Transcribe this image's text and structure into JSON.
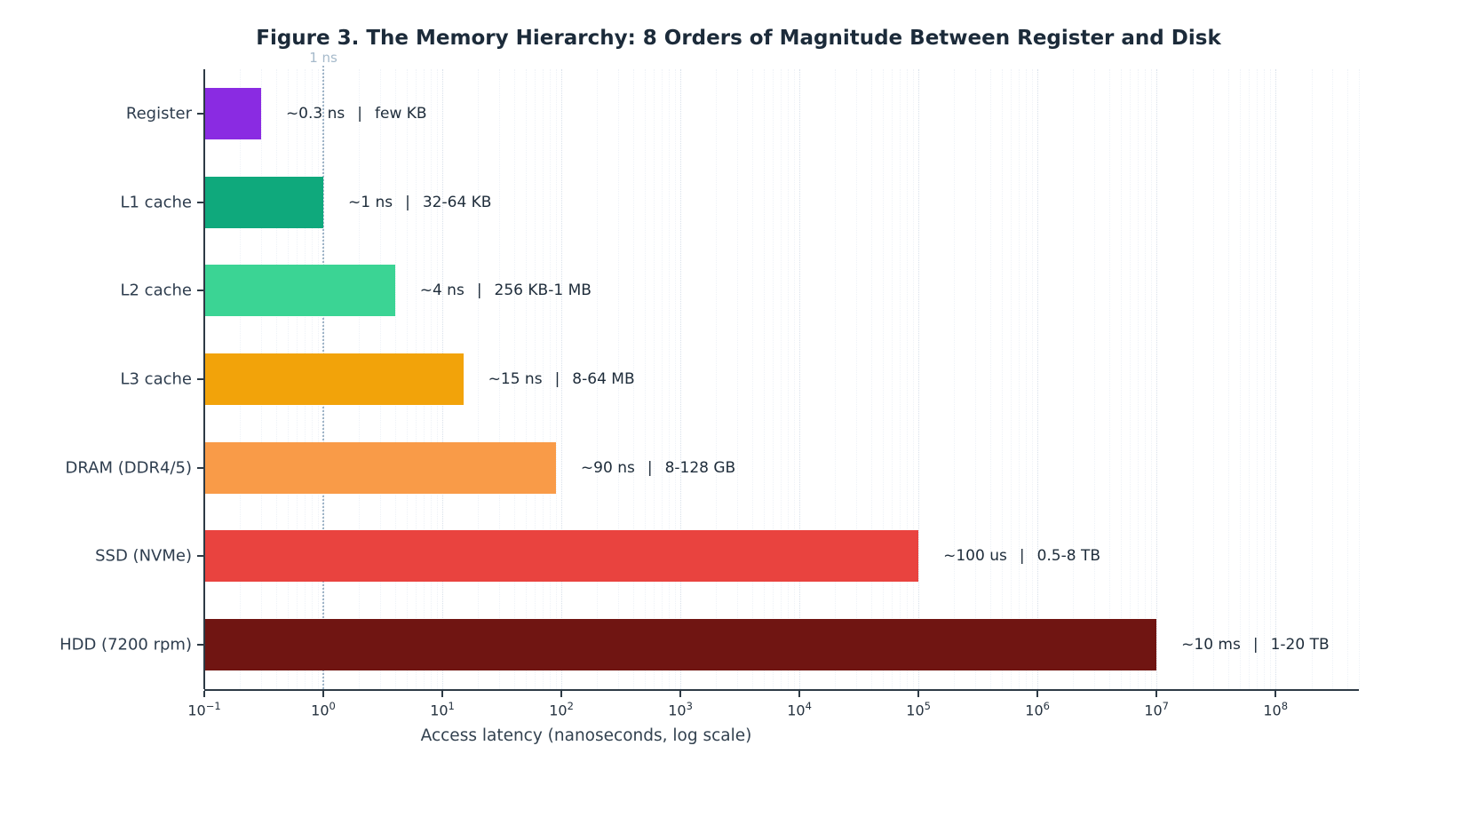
{
  "figure": {
    "title": "Figure 3. The Memory Hierarchy: 8 Orders of Magnitude Between Register and Disk"
  },
  "chart_data": {
    "type": "bar",
    "orientation": "horizontal",
    "title": "Figure 3. The Memory Hierarchy: 8 Orders of Magnitude Between Register and Disk",
    "xlabel": "Access latency (nanoseconds, log scale)",
    "x_scale": "log",
    "x_unit": "ns",
    "x_range_exponents": [
      -1,
      8.7
    ],
    "x_tick_base": "10",
    "x_tick_exponents": [
      -1,
      0,
      1,
      2,
      3,
      4,
      5,
      6,
      7,
      8
    ],
    "grid": "minor+major vertical dotted",
    "reference_line": {
      "value_ns": 1,
      "label": "1 ns",
      "color": "#9fb4c7"
    },
    "label_separator": "|",
    "rows": [
      {
        "category": "Register",
        "latency_ns": 0.3,
        "latency_label": "~0.3 ns",
        "capacity": "few KB",
        "color": "#8a2be2"
      },
      {
        "category": "L1 cache",
        "latency_ns": 1,
        "latency_label": "~1 ns",
        "capacity": "32-64 KB",
        "color": "#0fa97c"
      },
      {
        "category": "L2 cache",
        "latency_ns": 4,
        "latency_label": "~4 ns",
        "capacity": "256 KB-1 MB",
        "color": "#3bd494"
      },
      {
        "category": "L3 cache",
        "latency_ns": 15,
        "latency_label": "~15 ns",
        "capacity": "8-64 MB",
        "color": "#f2a30a"
      },
      {
        "category": "DRAM (DDR4/5)",
        "latency_ns": 90,
        "latency_label": "~90 ns",
        "capacity": "8-128 GB",
        "color": "#f99b48"
      },
      {
        "category": "SSD (NVMe)",
        "latency_ns": 100000,
        "latency_label": "~100 us",
        "capacity": "0.5-8 TB",
        "color": "#e9433f"
      },
      {
        "category": "HDD (7200 rpm)",
        "latency_ns": 10000000,
        "latency_label": "~10 ms",
        "capacity": "1-20 TB",
        "color": "#701512"
      }
    ]
  }
}
